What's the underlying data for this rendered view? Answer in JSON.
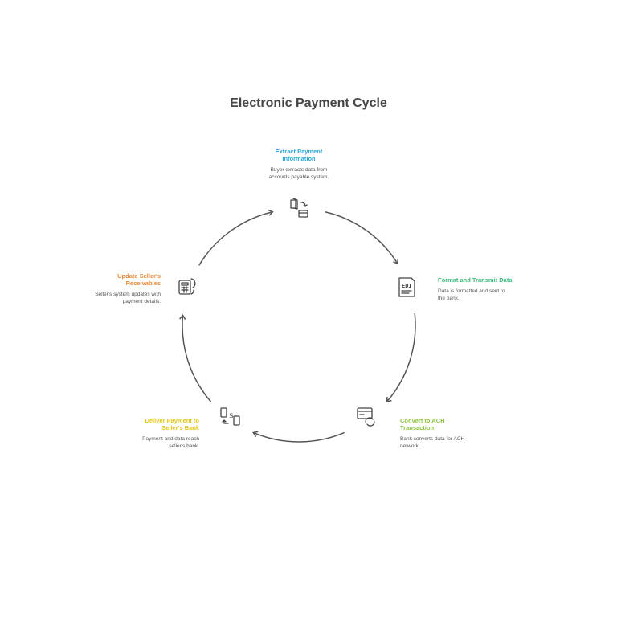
{
  "title": "Electronic Payment Cycle",
  "steps": [
    {
      "title": "Extract Payment Information",
      "desc": "Buyer extracts data from accounts payable system.",
      "color": "#29a7d8",
      "icon": "document-to-card-icon"
    },
    {
      "title": "Format and Transmit Data",
      "desc": "Data is formatted and sent to the bank.",
      "color": "#3dbb7f",
      "icon": "edi-document-icon"
    },
    {
      "title": "Convert to ACH Transaction",
      "desc": "Bank converts data for ACH network.",
      "color": "#8cc43f",
      "icon": "card-refresh-icon"
    },
    {
      "title": "Deliver Payment to Seller's Bank",
      "desc": "Payment and data reach seller's bank.",
      "color": "#e6c619",
      "icon": "phone-dollar-transfer-icon"
    },
    {
      "title": "Update Seller's Receivables",
      "desc": "Seller's system updates with payment details.",
      "color": "#e98a3a",
      "icon": "calculator-refresh-icon"
    }
  ],
  "colors": {
    "arc": "#555555",
    "icon": "#444444"
  }
}
